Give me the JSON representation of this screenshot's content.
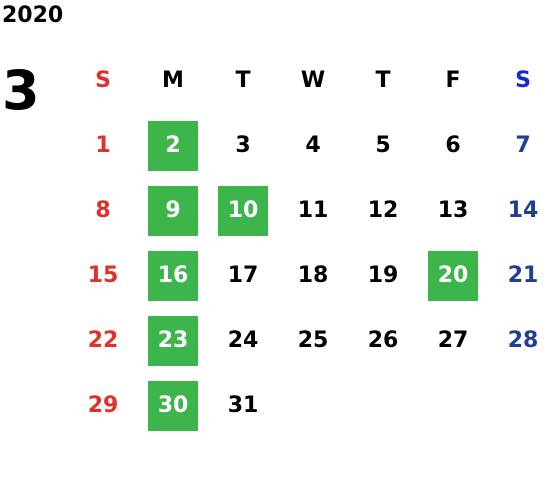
{
  "calendar": {
    "year": "2020",
    "month": "3",
    "weekdays": [
      "S",
      "M",
      "T",
      "W",
      "T",
      "F",
      "S"
    ],
    "start_offset": 0,
    "days": [
      "1",
      "2",
      "3",
      "4",
      "5",
      "6",
      "7",
      "8",
      "9",
      "10",
      "11",
      "12",
      "13",
      "14",
      "15",
      "16",
      "17",
      "18",
      "19",
      "20",
      "21",
      "22",
      "23",
      "24",
      "25",
      "26",
      "27",
      "28",
      "29",
      "30",
      "31"
    ],
    "highlighted": [
      "2",
      "9",
      "10",
      "16",
      "20",
      "23",
      "30"
    ]
  },
  "colors": {
    "sunday": "#e0302a",
    "saturday": "#1f3e9a",
    "saturday_header": "#1428d0",
    "weekday": "#000000",
    "highlight_bg": "#3cb54a",
    "highlight_text": "#ffffff"
  }
}
